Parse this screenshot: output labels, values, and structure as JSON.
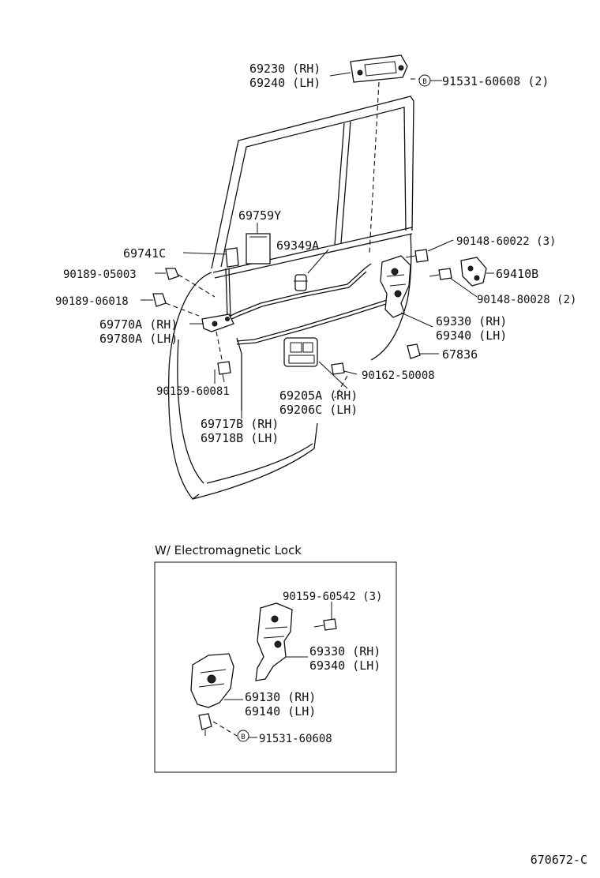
{
  "callouts": {
    "handle_outside_rh": "69230 (RH)",
    "handle_outside_lh": "69240 (LH)",
    "screw_top": "91531-60608 (2)",
    "protector": "69759Y",
    "cover": "69741C",
    "clip_rod": "69349A",
    "bolt_a": "90148-60022 (3)",
    "striker": "69410B",
    "bolt_b": "90148-80028 (2)",
    "clip_a": "90189-05003",
    "clip_b": "90189-06018",
    "control_rh": "69770A (RH)",
    "control_lh": "69780A (LH)",
    "lock_rh": "69330 (RH)",
    "lock_lh": "69340 (LH)",
    "bumper": "67836",
    "screw_c": "90159-60081",
    "screw_d": "90162-50008",
    "inside_handle_rh": "69205A (RH)",
    "inside_handle_lh": "69206C (LH)",
    "rod_rh": "69717B (RH)",
    "rod_lh": "69718B (LH)"
  },
  "inset": {
    "title": "W/ Electromagnetic Lock",
    "screw": "90159-60542 (3)",
    "lock_rh": "69330 (RH)",
    "lock_lh": "69340 (LH)",
    "motor_rh": "69130 (RH)",
    "motor_lh": "69140 (LH)",
    "screw_b": "91531-60608"
  },
  "figure_code": "670672-C"
}
